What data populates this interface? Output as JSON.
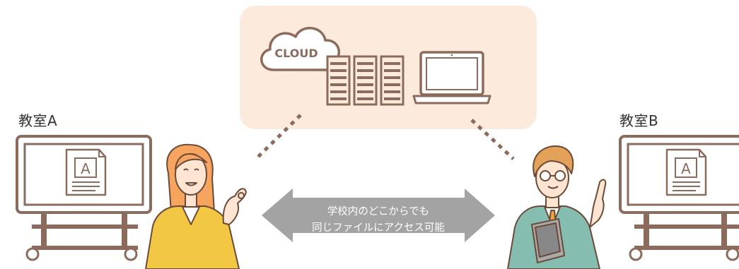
{
  "cloud": {
    "label": "CLOUD"
  },
  "rooms": [
    {
      "label": "教室A",
      "board_letter": "A"
    },
    {
      "label": "教室B",
      "board_letter": "A"
    }
  ],
  "arrow": {
    "line1": "学校内のどこからでも",
    "line2": "同じファイルにアクセス可能"
  },
  "colors": {
    "panel": "#fcebdc",
    "outline": "#8c6b5d",
    "arrow": "#a3a3a3",
    "link": "#8c6b5d",
    "teacher_a_jacket": "#f2c744",
    "teacher_b_jacket": "#86bdb1",
    "skin": "#fde5d2",
    "hair_a": "#f7a55e",
    "hair_b": "#e3a159"
  }
}
